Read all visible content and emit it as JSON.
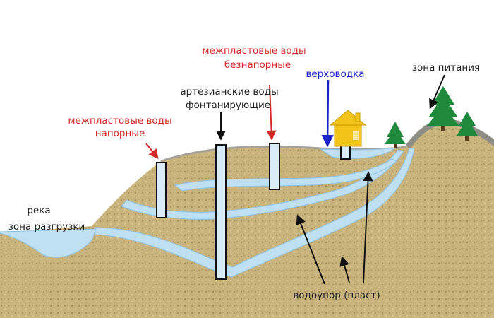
{
  "labels": {
    "confined_pressure_l1": "межпластовые воды",
    "confined_pressure_l2": "напорные",
    "artesian_l1": "артезианские воды",
    "artesian_l2": "фонтанирующие",
    "confined_free_l1": "межпластовые воды",
    "confined_free_l2": "безнапорные",
    "perched": "верховодка",
    "recharge": "зона питания",
    "river_l1": "река",
    "river_l2": "зона разгрузки",
    "aquiclude": "водоупор (пласт)"
  },
  "colors": {
    "soil": "#c9b47e",
    "soil_dark": "#a78f55",
    "water": "#bfe0f3",
    "water_edge": "#8fc3e4",
    "red_label": "#d62a2a",
    "blue_label": "#1a23c8",
    "house": "#f2c318",
    "tree": "#1f8a3b"
  }
}
